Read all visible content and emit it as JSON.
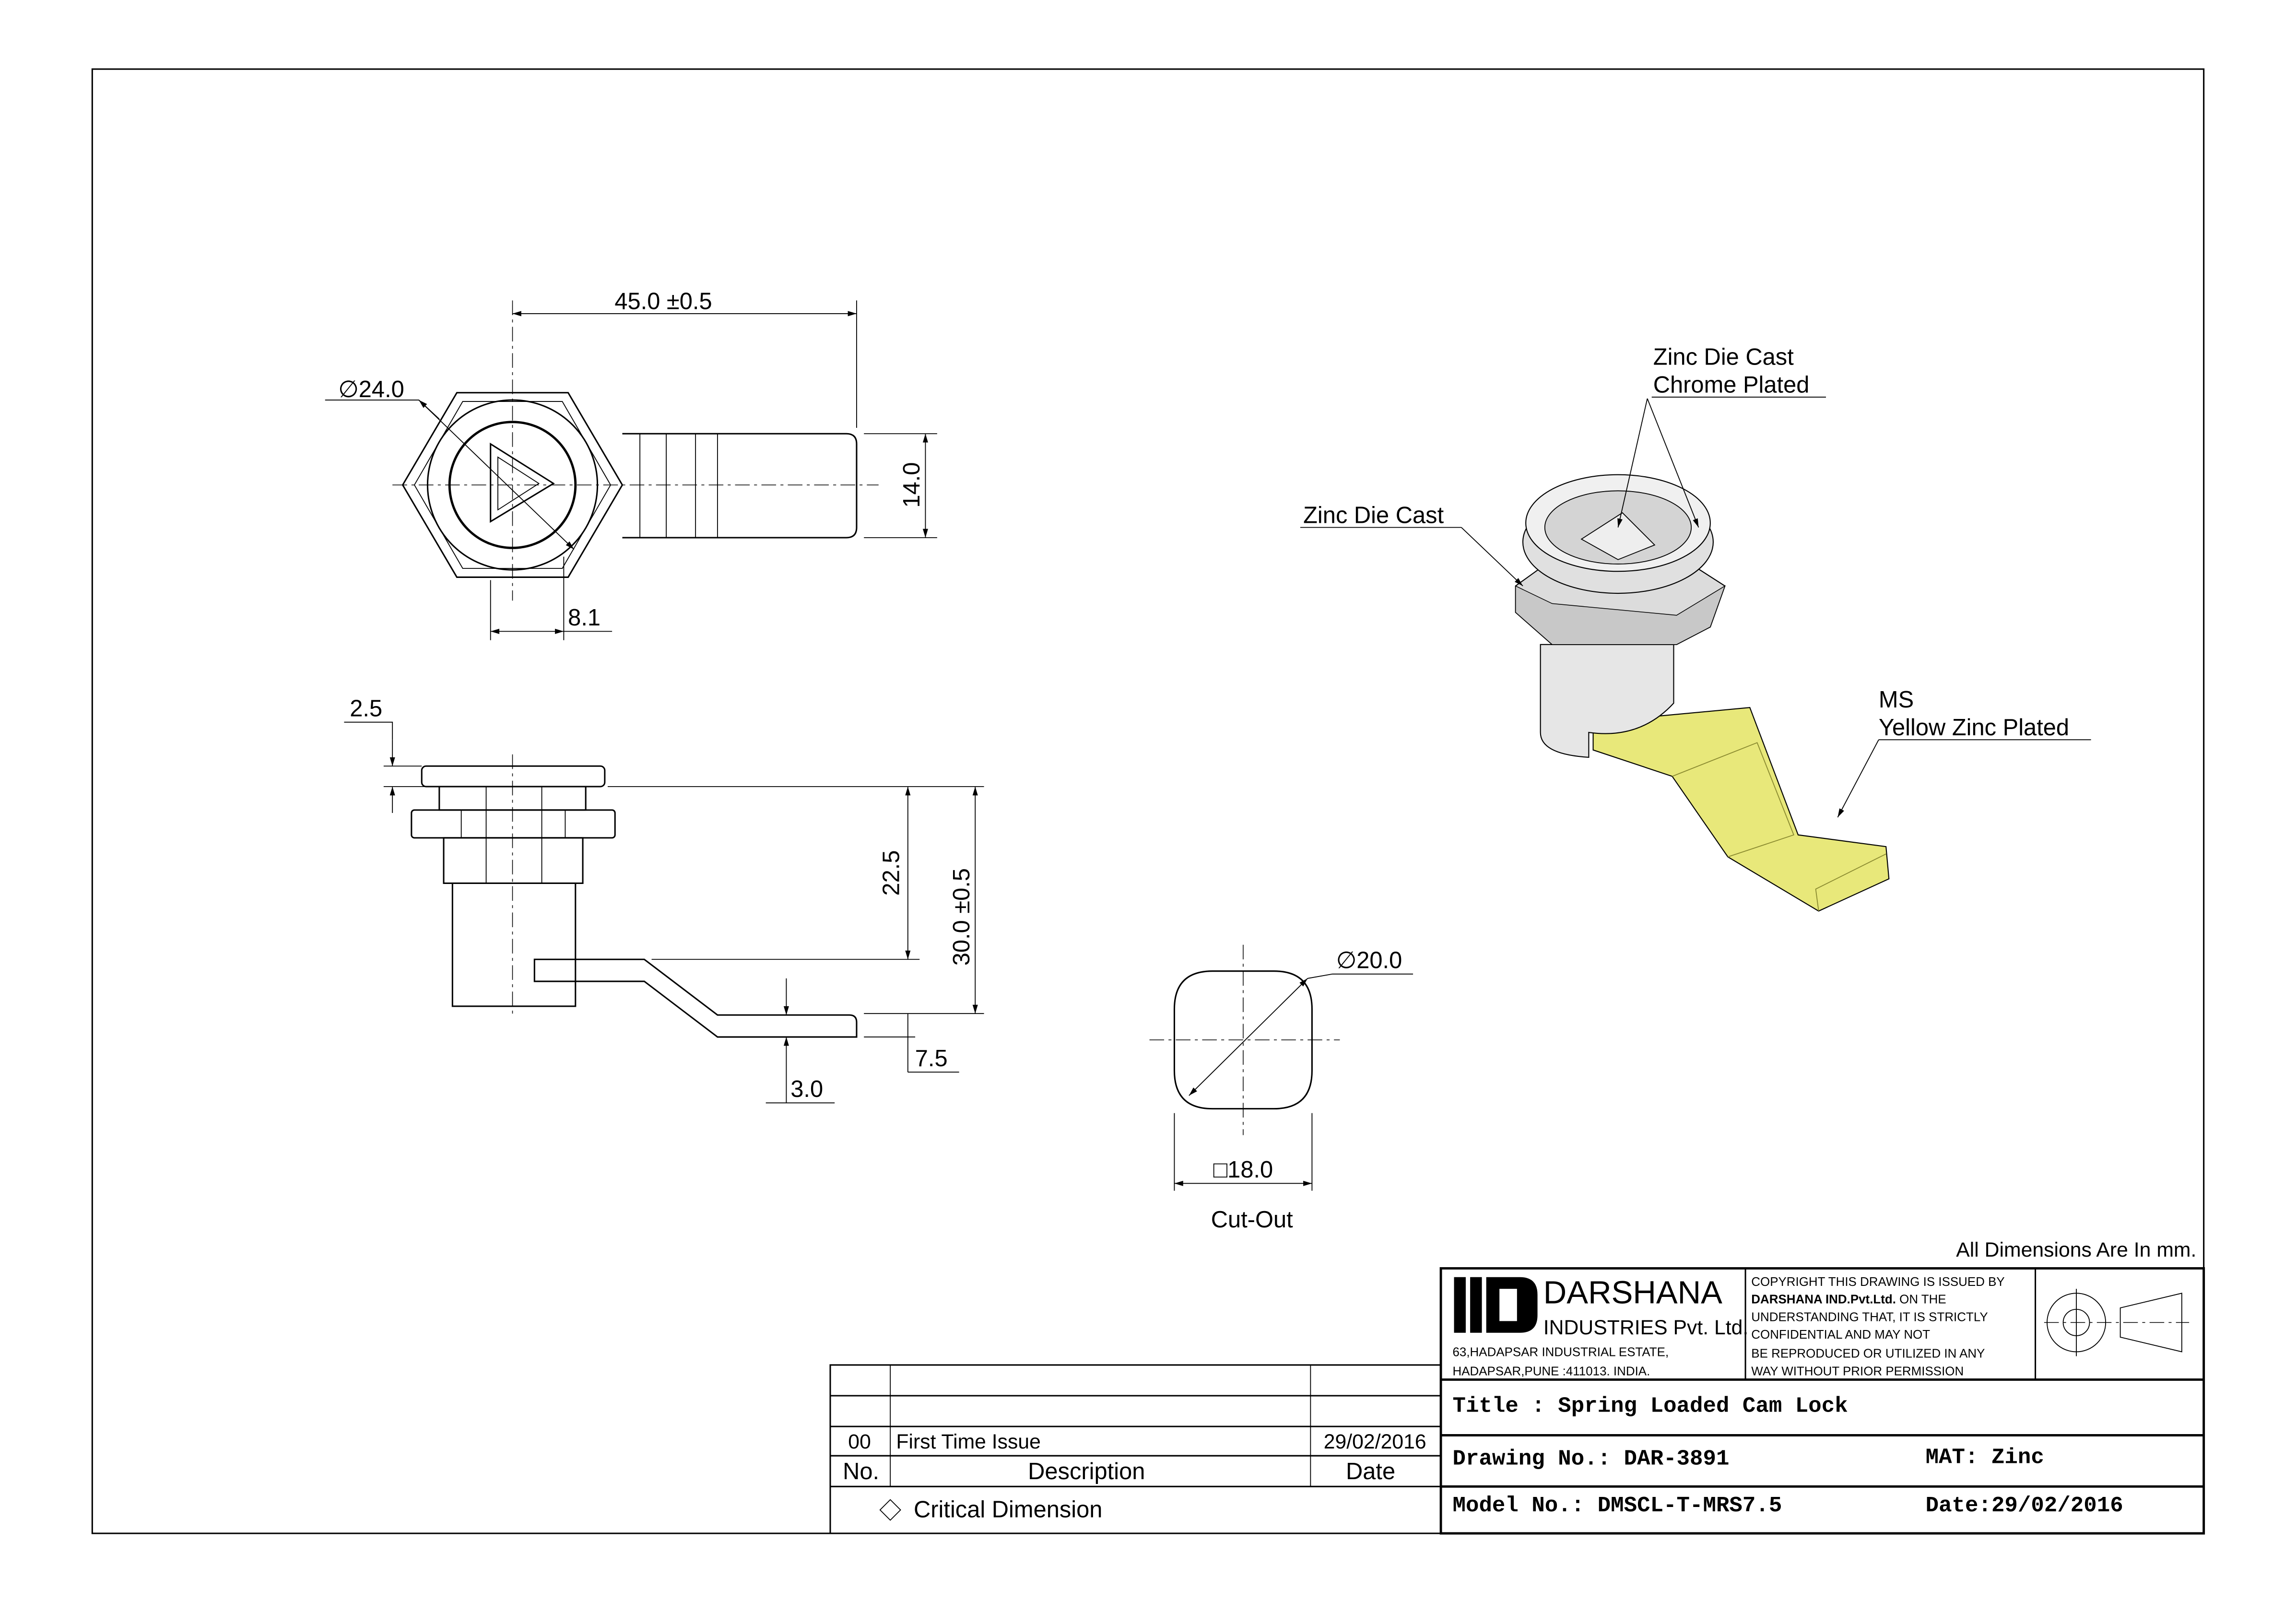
{
  "top_view": {
    "dim_length": "45.0 ±0.5",
    "dim_diameter": "∅24.0",
    "dim_width": "14.0",
    "dim_offset": "8.1"
  },
  "side_view": {
    "dim_cap": "2.5",
    "dim_nut_to_cam": "22.5",
    "dim_total": "30.0 ±0.5",
    "dim_step": "7.5",
    "dim_thickness": "3.0"
  },
  "cutout": {
    "dim_diameter": "∅20.0",
    "dim_square": "□18.0",
    "label": "Cut-Out"
  },
  "iso_view": {
    "callout_top_line1": "Zinc Die Cast",
    "callout_top_line2": "Chrome Plated",
    "callout_left": "Zinc Die Cast",
    "callout_cam_line1": "MS",
    "callout_cam_line2": "Yellow Zinc Plated",
    "cam_color": "#e8e87a"
  },
  "units_note": "All Dimensions Are In mm.",
  "company": {
    "name": "DARSHANA",
    "subname": "INDUSTRIES Pvt. Ltd.",
    "address_line1": "63,HADAPSAR INDUSTRIAL ESTATE,",
    "address_line2": "HADAPSAR,PUNE :411013. INDIA.",
    "copyright_lines": [
      "COPYRIGHT THIS DRAWING IS ISSUED BY",
      "ON THE",
      "UNDERSTANDING THAT, IT IS STRICTLY",
      "CONFIDENTIAL AND MAY NOT",
      "BE REPRODUCED OR UTILIZED IN ANY",
      "WAY WITHOUT PRIOR PERMISSION"
    ],
    "copyright_bold": "DARSHANA IND.Pvt.Ltd."
  },
  "title_block": {
    "title": "Title : Spring Loaded Cam Lock",
    "drawing_no": "Drawing No.: DAR-3891",
    "material": "MAT: Zinc",
    "model_no": "Model No.: DMSCL-T-MRS7.5",
    "date": "Date:29/02/2016"
  },
  "revisions": {
    "headers": {
      "no": "No.",
      "description": "Description",
      "date": "Date"
    },
    "rows": [
      {
        "no": "00",
        "description": "First Time Issue",
        "date": "29/02/2016"
      }
    ],
    "legend": "Critical Dimension"
  }
}
